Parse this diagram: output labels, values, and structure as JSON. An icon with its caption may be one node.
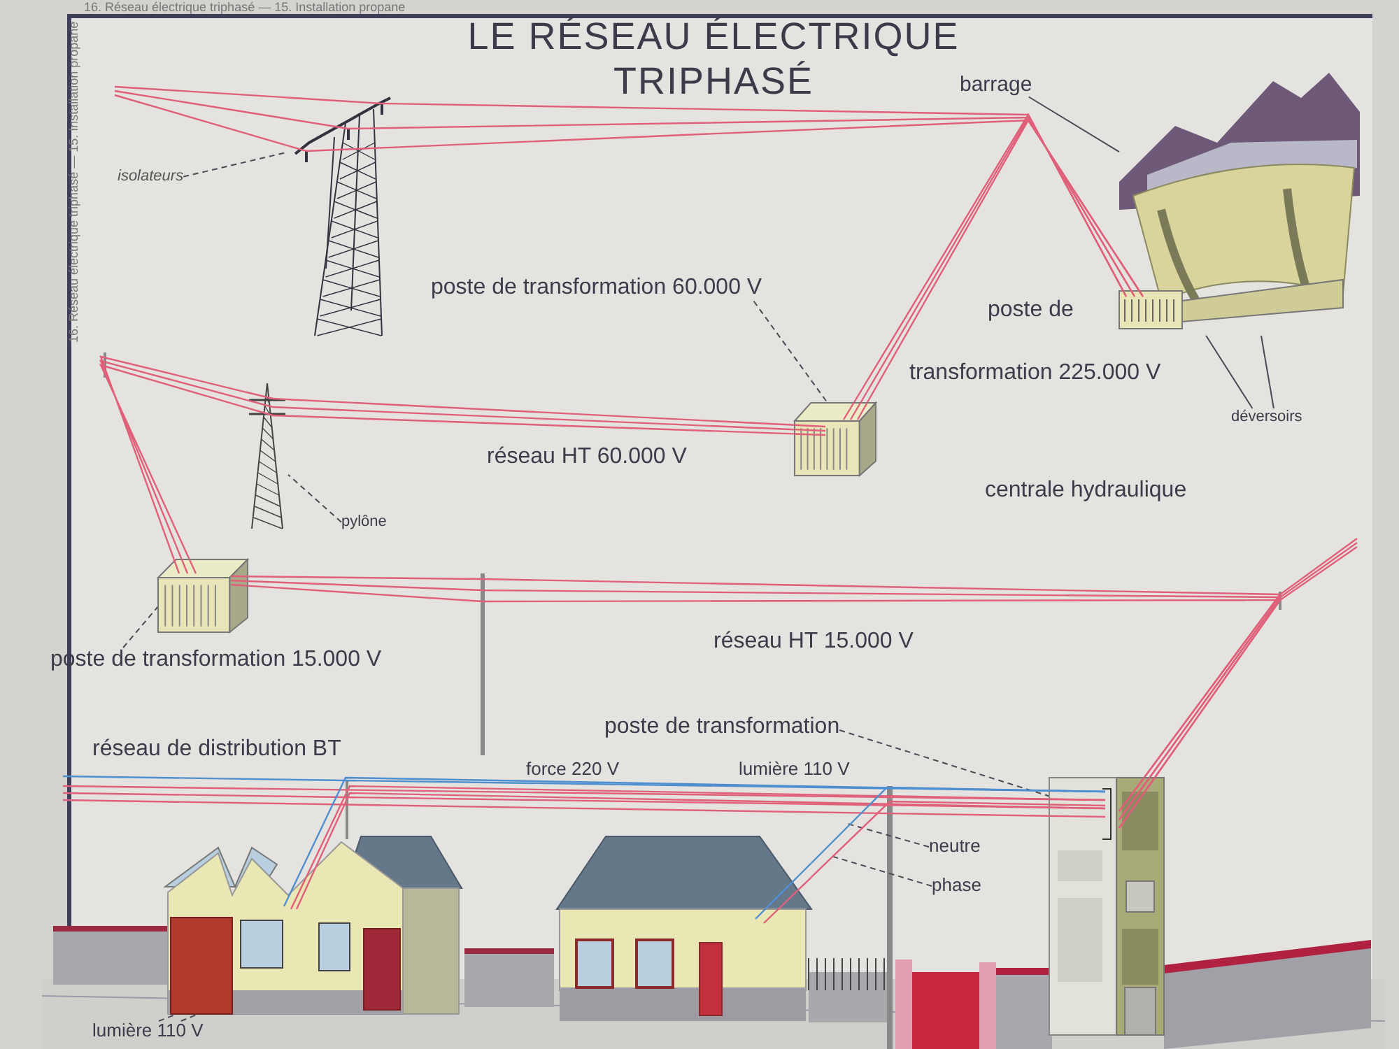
{
  "diagram": {
    "title": "LE RÉSEAU ÉLECTRIQUE TRIPHASÉ",
    "nodes": [
      {
        "text": [
          "isolateurs"
        ]
      },
      {
        "text": [],
        "shape": "picture"
      },
      {
        "text": [
          "barrage"
        ]
      },
      {
        "text": [],
        "shape": "picture"
      },
      {
        "text": [
          "poste de transformation 60.000 V"
        ]
      },
      {
        "text": [],
        "shape": "picture"
      },
      {
        "text": [
          "déversoirs"
        ]
      },
      {
        "text": [
          "pylône"
        ]
      },
      {
        "text": [],
        "shape": "picture"
      },
      {
        "text": [
          "poste de transformation 15.000 V"
        ]
      },
      {
        "text": [],
        "shape": "picture"
      },
      {
        "text": [
          "poste de transformation"
        ]
      },
      {
        "text": [],
        "shape": "picture"
      },
      {
        "text": [
          "neutre"
        ]
      },
      {
        "text": [
          "phase"
        ]
      },
      {
        "text": [
          "lumière 110 V"
        ]
      },
      {
        "text": [],
        "shape": "picture"
      },
      {
        "text": [],
        "shape": "picture"
      }
    ],
    "edges": [
      {
        "from": 0,
        "to": 1,
        "arrow": "none",
        "style": "dashed"
      },
      {
        "from": 2,
        "to": 3,
        "arrow": "none"
      },
      {
        "from": 4,
        "to": 5,
        "arrow": "none",
        "style": "dashed"
      },
      {
        "from": 6,
        "to": 3,
        "arrow": "none"
      },
      {
        "from": 6,
        "to": 3,
        "arrow": "none"
      },
      {
        "from": 7,
        "to": 8,
        "arrow": "none",
        "style": "dashed"
      },
      {
        "from": 9,
        "to": 10,
        "arrow": "none",
        "style": "dashed"
      },
      {
        "from": 11,
        "to": 12,
        "arrow": "none",
        "style": "dashed"
      },
      {
        "from": 13,
        "to": null,
        "arrow": "none",
        "style": "dashed"
      },
      {
        "from": 14,
        "to": null,
        "arrow": "none",
        "style": "dashed"
      },
      {
        "from": 15,
        "to": 16,
        "arrow": "none",
        "style": "dashed"
      },
      {
        "from": 15,
        "to": 16,
        "arrow": "none",
        "style": "dashed"
      },
      {
        "from": 3,
        "to": 1,
        "arrow": "none",
        "color": "#e0607a"
      },
      {
        "from": 3,
        "to": 5,
        "arrow": "none",
        "color": "#e0607a"
      },
      {
        "from": null,
        "to": 1,
        "arrow": "none",
        "color": "#e0607a"
      },
      {
        "from": 5,
        "to": 8,
        "arrow": "none",
        "color": "#e0607a"
      },
      {
        "from": 8,
        "to": 10,
        "arrow": "none",
        "color": "#e0607a"
      },
      {
        "from": 10,
        "to": 12,
        "arrow": "none",
        "color": "#e0607a"
      },
      {
        "from": null,
        "to": 12,
        "arrow": "none",
        "color": "#e0607a"
      },
      {
        "from": 12,
        "to": null,
        "arrow": "none",
        "color": "#e0607a"
      },
      {
        "from": 12,
        "to": 16,
        "arrow": "none",
        "color": "#e0607a"
      },
      {
        "from": 12,
        "to": 17,
        "arrow": "none",
        "color": "#e0607a"
      },
      {
        "from": 12,
        "to": null,
        "arrow": "none",
        "color": "#4f8fd0"
      },
      {
        "from": 12,
        "to": 16,
        "arrow": "none",
        "color": "#4f8fd0"
      },
      {
        "from": 12,
        "to": 17,
        "arrow": "none",
        "color": "#4f8fd0"
      }
    ],
    "labels": [
      "16. Réseau électrique triphasé — 15. Installation propane",
      "16. Réseau électrique triphasé — 15. Installation propane",
      "réseau HT 60.000 V",
      "poste de",
      "transformation 225.000 V",
      "centrale hydraulique",
      "réseau HT 15.000 V",
      "réseau de distribution BT",
      "force 220 V",
      "lumière 110 V"
    ]
  }
}
